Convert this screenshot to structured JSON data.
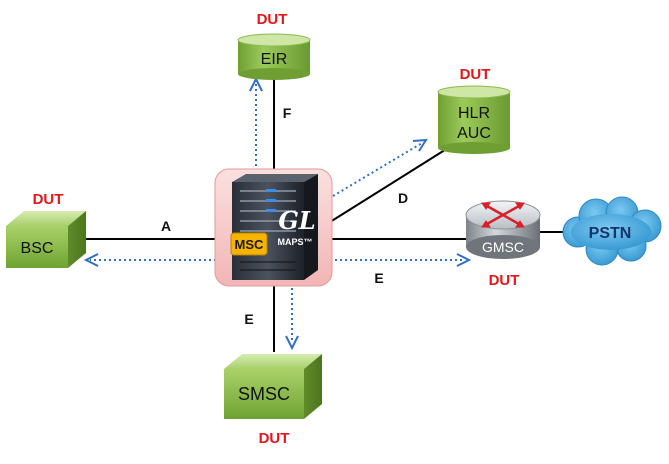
{
  "colors": {
    "dut": "#e3161b",
    "node_green": "#8cbd48",
    "dotted_link": "#2f6fc6",
    "solid_link": "#000000",
    "cloud_blue": "#3fa5dc",
    "msc_bg": "#f6c7c7"
  },
  "nodes": {
    "eir": {
      "label": "EIR",
      "dut": "DUT"
    },
    "hlr": {
      "line1": "HLR",
      "line2": "AUC",
      "dut": "DUT"
    },
    "bsc": {
      "label": "BSC",
      "dut": "DUT"
    },
    "msc": {
      "badge": "MSC",
      "brand": "GL",
      "product": "MAPS™"
    },
    "gmsc": {
      "label": "GMSC",
      "dut": "DUT",
      "icon": "router-icon"
    },
    "pstn": {
      "label": "PSTN",
      "icon": "cloud-icon"
    },
    "smsc": {
      "label": "SMSC",
      "dut": "DUT"
    }
  },
  "interfaces": {
    "a": "A",
    "d": "D",
    "e_right": "E",
    "e_bottom": "E",
    "f": "F"
  }
}
